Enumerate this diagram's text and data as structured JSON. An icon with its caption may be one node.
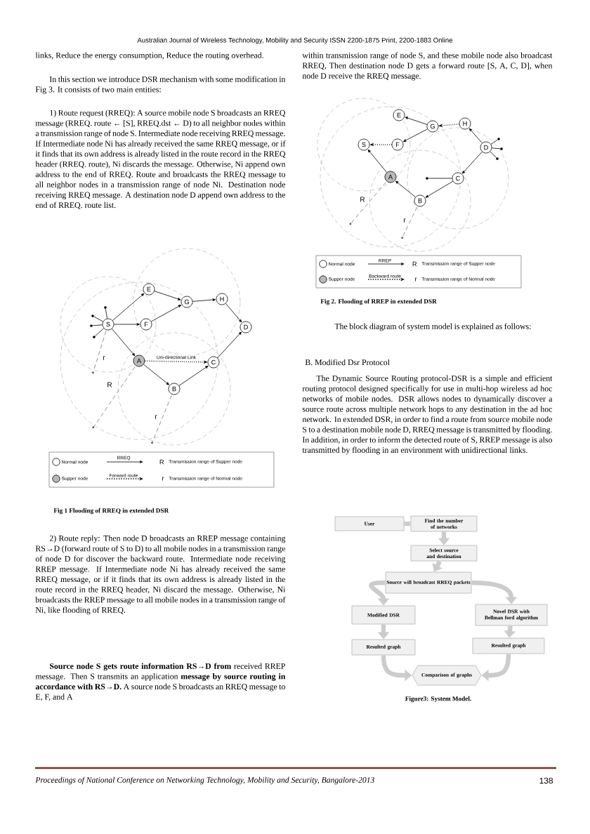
{
  "diagram": {
    "title": "Australian Journal of Wireless Technology, Mobility and Security ISSN 2200-1875 Print, 2200-1883 Online",
    "nodes": [
      {
        "text": [
          "S"
        ]
      },
      {
        "text": [
          "E"
        ]
      },
      {
        "text": [
          "F"
        ]
      },
      {
        "text": [
          "G"
        ]
      },
      {
        "text": [
          "H"
        ]
      },
      {
        "text": [
          "D"
        ]
      },
      {
        "text": [
          "A"
        ]
      },
      {
        "text": [
          "C"
        ]
      },
      {
        "text": [
          "B"
        ]
      },
      {
        "text": [
          "E"
        ]
      },
      {
        "text": [
          "G"
        ]
      },
      {
        "text": [
          "H"
        ]
      },
      {
        "text": [
          "S"
        ]
      },
      {
        "text": [
          "F"
        ]
      },
      {
        "text": [
          "D"
        ]
      },
      {
        "text": [
          "A"
        ]
      },
      {
        "text": [
          "C"
        ]
      },
      {
        "text": [
          "B"
        ]
      },
      {
        "text": [
          "User"
        ]
      },
      {
        "text": [
          "Find the number of networks"
        ]
      },
      {
        "text": [
          "Select source and destination"
        ]
      },
      {
        "text": [
          "Source will broadcast RREQ packets"
        ]
      },
      {
        "text": [
          "Modified DSR"
        ]
      },
      {
        "text": [
          "Novel DSR with Bellman ford algorithm"
        ]
      },
      {
        "text": [
          "Resulted graph"
        ]
      },
      {
        "text": [
          "Resulted graph"
        ]
      },
      {
        "text": [
          "Comparison of graphs"
        ]
      },
      {
        "text": [],
        "shape": "circle"
      },
      {
        "text": [],
        "shape": "circle"
      },
      {
        "text": [],
        "shape": "circle"
      },
      {
        "text": [],
        "shape": "circle"
      },
      {
        "text": [],
        "shape": "circle"
      },
      {
        "text": [],
        "shape": "circle"
      },
      {
        "text": [],
        "shape": "circle"
      },
      {
        "text": [],
        "shape": "circle"
      }
    ],
    "edges": [
      {
        "from": 0,
        "to": 1,
        "arrow": "to"
      },
      {
        "from": 0,
        "to": 2,
        "arrow": "to"
      },
      {
        "from": 0,
        "to": 6,
        "arrow": "to"
      },
      {
        "from": 1,
        "to": 3,
        "arrow": "to"
      },
      {
        "from": 2,
        "to": 3,
        "arrow": "to"
      },
      {
        "from": 3,
        "to": 4,
        "arrow": "to"
      },
      {
        "from": 4,
        "to": 5,
        "arrow": "to"
      },
      {
        "from": 6,
        "to": 7,
        "arrow": "to",
        "style": "dashed",
        "label": "Uni-directional Link"
      },
      {
        "from": 6,
        "to": 8,
        "arrow": "to"
      },
      {
        "from": 8,
        "to": 7,
        "arrow": "to"
      },
      {
        "from": 7,
        "to": 5,
        "arrow": "to"
      },
      {
        "from": 0,
        "to": 27,
        "arrow": "none"
      },
      {
        "from": 0,
        "to": 28,
        "arrow": "none"
      },
      {
        "from": 0,
        "to": 29,
        "arrow": "none"
      },
      {
        "from": 0,
        "to": 30,
        "arrow": "none"
      },
      {
        "from": 10,
        "to": 9,
        "arrow": "to"
      },
      {
        "from": 11,
        "to": 10,
        "arrow": "to",
        "style": "dashed"
      },
      {
        "from": 10,
        "to": 13,
        "arrow": "to"
      },
      {
        "from": 13,
        "to": 12,
        "arrow": "to",
        "style": "dashed"
      },
      {
        "from": 14,
        "to": 11,
        "arrow": "to"
      },
      {
        "from": 14,
        "to": 16,
        "arrow": "to"
      },
      {
        "from": 16,
        "to": 17,
        "arrow": "to"
      },
      {
        "from": 17,
        "to": 15,
        "arrow": "to"
      },
      {
        "from": 15,
        "to": 12,
        "arrow": "to"
      },
      {
        "from": 31,
        "to": 16,
        "arrow": "none"
      },
      {
        "from": 14,
        "to": 32,
        "arrow": "none"
      },
      {
        "from": 14,
        "to": 33,
        "arrow": "none"
      },
      {
        "from": 14,
        "to": 34,
        "arrow": "none"
      },
      {
        "from": 18,
        "to": 19,
        "arrow": "none",
        "style": "thick",
        "color": "#cccccc"
      },
      {
        "from": 19,
        "to": 20,
        "arrow": "to",
        "style": "thick",
        "color": "#cccccc"
      },
      {
        "from": 20,
        "to": 21,
        "arrow": "to",
        "style": "thick",
        "color": "#cccccc"
      },
      {
        "from": 21,
        "to": 22,
        "arrow": "to",
        "style": "thick",
        "color": "#cccccc"
      },
      {
        "from": 21,
        "to": 23,
        "arrow": "to",
        "style": "thick",
        "color": "#cccccc"
      },
      {
        "from": 22,
        "to": 24,
        "arrow": "to",
        "style": "thick",
        "color": "#cccccc"
      },
      {
        "from": 23,
        "to": 25,
        "arrow": "to",
        "style": "thick",
        "color": "#cccccc"
      },
      {
        "from": 24,
        "to": 26,
        "arrow": "to",
        "style": "thick",
        "color": "#cccccc"
      },
      {
        "from": 25,
        "to": 26,
        "arrow": "to",
        "style": "thick",
        "color": "#cccccc"
      }
    ],
    "labels": [
      "links, Reduce the energy consumption, Reduce the routing overhead.",
      "In this section we introduce DSR mechanism with some modification in Fig 3. It consists of two main entities:",
      "1) Route request (RREQ): A source mobile node S broadcasts an RREQ message (RREQ. route ← [S], RREQ.dst ← D) to all neighbor nodes within a transmission range of node S. Intermediate node receiving RREQ message. If Intermediate node Ni has already received the same RREQ message, or if it finds that its own address is already listed in the route record in the RREQ header (RREQ. route), Ni discards the message. Otherwise, Ni append own address to the end of RREQ. Route and broadcasts the RREQ message to all neighbor nodes in a transmission range of node Ni. Destination node receiving RREQ message. A destination node D append own address to the end of RREQ. route list.",
      "r",
      "R",
      "r",
      "R",
      "r",
      "Fig 1 Flooding of RREQ in extended DSR",
      "2) Route reply: Then node D broadcasts an RREP message containing RS→D (forward route of S to D) to all mobile nodes in a transmission range of node D for discover the backward route. Intermediate node receiving RREP message. If Intermediate node Ni has already received the same RREQ message, or if it finds that its own address is already listed in the route record in the RREQ header, Ni discard the message. Otherwise, Ni broadcasts the RREP message to all mobile nodes in a transmission range of Ni, like flooding of RREQ.",
      "**Source node S gets route information RS→D from** received RREP message. Then S transmits an application **message by source routing in accordance with RS→D.** A source node S broadcasts an RREQ message to E, F, and A",
      "within transmission range of node S, and these mobile node also broadcast RREQ, Then destination node D gets a forward route [S, A, C, D], when node D receive the RREQ message.",
      "R",
      "r",
      "R",
      "r",
      "Fig 2. Flooding of RREP in extended DSR",
      "The block diagram of system model is explained as follows:",
      "B. Modified Dsr Protocol",
      "The Dynamic Source Routing protocol-DSR is a simple and efficient routing protocol designed specifically for use in multi-hop wireless ad hoc networks of mobile nodes. DSR allows nodes to dynamically discover a source route across multiple network hops to any destination in the ad hoc network. In extended DSR, in order to find a route from source mobile node S to a destination mobile node D, RREQ message is transmitted by flooding. In addition, in order to inform the detected route of S, RREP message is also transmitted by flooding in an environment with unidirectional links.",
      "Figure3: System Model.",
      "Proceedings of National Conference on Networking Technology, Mobility and Security, Bangalore-2013",
      "138"
    ],
    "legend": [
      {
        "text": "Normal node"
      },
      {
        "text": "RREQ"
      },
      {
        "text": "Transmission range of Supper node"
      },
      {
        "text": "Supper node"
      },
      {
        "text": "Forward route"
      },
      {
        "text": "Transmission range of Normal node"
      },
      {
        "text": "Normal node"
      },
      {
        "text": "RREP"
      },
      {
        "text": "Transmission range of Supper node"
      },
      {
        "text": "Supper node"
      },
      {
        "text": "Backward route"
      },
      {
        "text": "Transmission range of Normal node"
      }
    ]
  }
}
